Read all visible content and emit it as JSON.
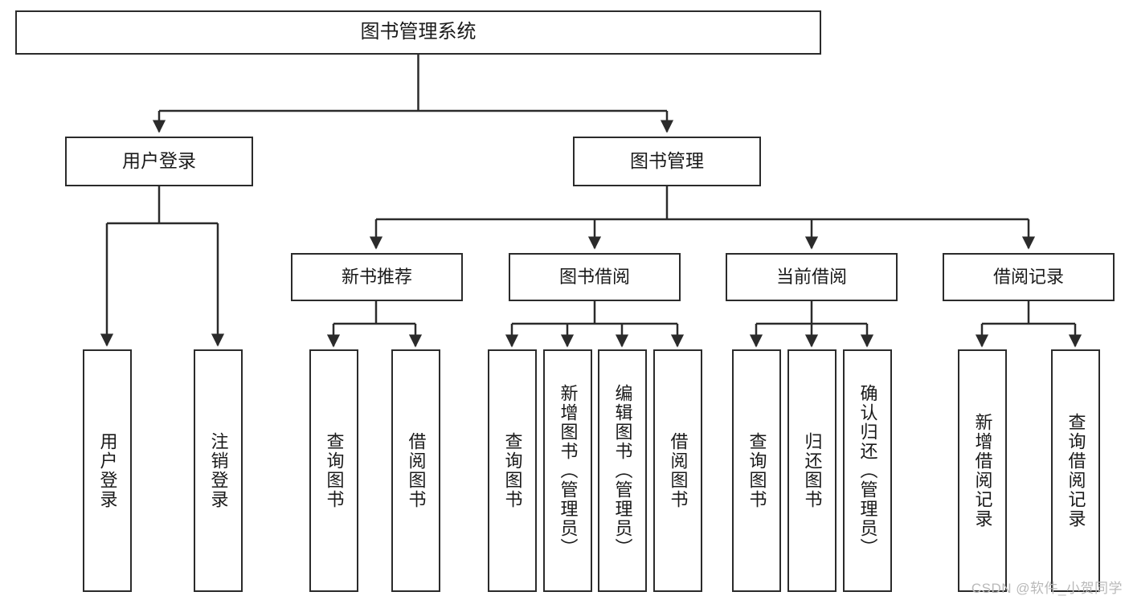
{
  "diagram": {
    "title": "图书管理系统",
    "type": "tree-structure-chart",
    "watermark": "CSDN @软件_小贺同学",
    "colors": {
      "node_border": "#2b2b2b",
      "node_fill": "#ffffff",
      "edge": "#2b2b2b",
      "text": "#1a1a1a",
      "background": "#ffffff",
      "watermark": "#b9b9b9"
    },
    "root": {
      "label": "图书管理系统"
    },
    "level2": [
      {
        "label": "用户登录"
      },
      {
        "label": "图书管理"
      }
    ],
    "level3": [
      {
        "label": "新书推荐"
      },
      {
        "label": "图书借阅"
      },
      {
        "label": "当前借阅"
      },
      {
        "label": "借阅记录"
      }
    ],
    "leaves": {
      "user_login": [
        {
          "label": "用户登录"
        },
        {
          "label": "注销登录"
        }
      ],
      "new_book_recommend": [
        {
          "label": "查询图书"
        },
        {
          "label": "借阅图书"
        }
      ],
      "book_borrow": [
        {
          "label": "查询图书"
        },
        {
          "label": "新增图书（管理员）"
        },
        {
          "label": "编辑图书（管理员）"
        },
        {
          "label": "借阅图书"
        }
      ],
      "current_borrow": [
        {
          "label": "查询图书"
        },
        {
          "label": "归还图书"
        },
        {
          "label": "确认归还（管理员）"
        }
      ],
      "borrow_record": [
        {
          "label": "新增借阅记录"
        },
        {
          "label": "查询借阅记录"
        }
      ]
    }
  }
}
